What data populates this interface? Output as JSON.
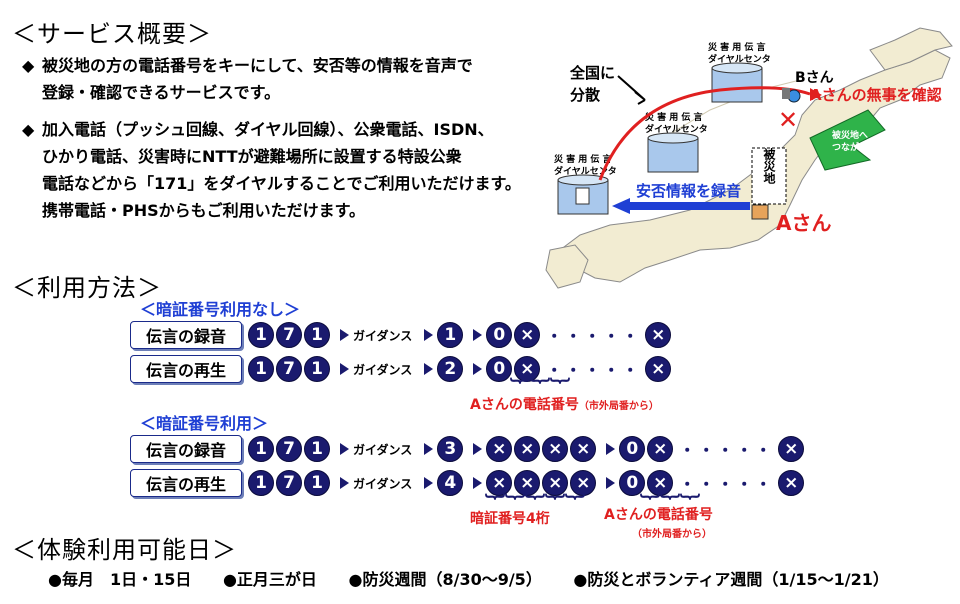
{
  "overview": {
    "heading": "＜サービス概要＞",
    "bullet1_line1": "被災地の方の電話番号をキーにして、安否等の情報を音声で",
    "bullet1_line2": "登録・確認できるサービスです。",
    "bullet2_line1": "加入電話（プッシュ回線、ダイヤル回線）、公衆電話、ISDN、",
    "bullet2_line2": "ひかり電話、災害時にNTTが避難場所に設置する特設公衆",
    "bullet2_line3": "電話などから「171」をダイヤルすることでご利用いただけます。",
    "bullet2_line4": "携帯電話・PHSからもご利用いただけます。",
    "bullet_mark": "◆"
  },
  "map": {
    "center1": "災 害 用 伝 言",
    "center1b": "ダイヤルセンタ",
    "center2": "災 害 用 伝 言",
    "center2b": "ダイヤルセンタ",
    "center3": "災 害 用 伝 言",
    "center3b": "ダイヤルセンタ",
    "distribute1": "全国に",
    "distribute2": "分散",
    "person_b": "Bさん",
    "person_a": "Aさん",
    "confirm": "Aさんの無事を確認",
    "record": "安否情報を録音",
    "disaster_area": "被災地",
    "busy_note": "被災地へ",
    "busy_note2": "つながりにくい",
    "x_mark": "✕"
  },
  "method": {
    "heading": "＜利用方法＞",
    "no_pin_title": "＜暗証番号利用なし＞",
    "pin_title": "＜暗証番号利用＞",
    "record_label": "伝言の録音",
    "play_label": "伝言の再生",
    "d1": "1",
    "d7": "7",
    "d2": "2",
    "d0": "0",
    "d3": "3",
    "d4": "4",
    "x": "×",
    "guidance": "ガイダンス",
    "dots": "・・・・・",
    "note_phone": "Aさんの電話番号",
    "note_phone_small": "（市外局番から）",
    "note_pin": "暗証番号4桁",
    "note_phone2": "Aさんの電話番号",
    "note_phone2_small": "（市外局番から）"
  },
  "trial": {
    "heading": "＜体験利用可能日＞",
    "item1": "●毎月　1日・15日",
    "item2": "●正月三が日",
    "item3": "●防災週間（8/30～9/5）",
    "item4": "●防災とボランティア週間（1/15～1/21）"
  }
}
